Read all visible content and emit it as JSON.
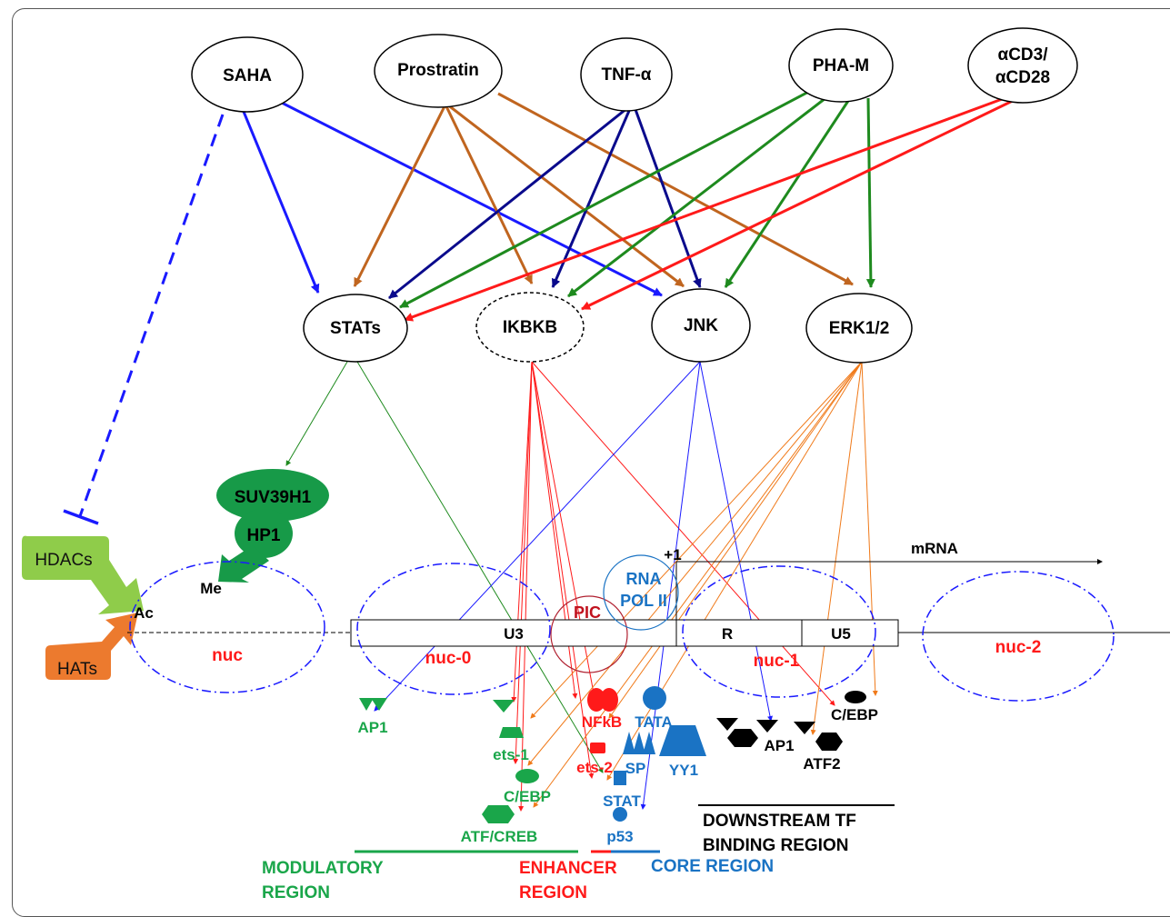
{
  "stimuli": {
    "saha": "SAHA",
    "prostratin": "Prostratin",
    "tnf": "TNF-α",
    "pham": "PHA-M",
    "acd3_line1": "αCD3/",
    "acd3_line2": "αCD28"
  },
  "kinases": {
    "stats": "STATs",
    "ikbkb": "IKBKB",
    "jnk": "JNK",
    "erk": "ERK1/2"
  },
  "chromatin": {
    "suv39h1": "SUV39H1",
    "hp1": "HP1",
    "me": "Me",
    "ac": "Ac",
    "hdacs": "HDACs",
    "hats": "HATs",
    "nuc": "nuc",
    "nuc0": "nuc-0",
    "nuc1": "nuc-1",
    "nuc2": "nuc-2"
  },
  "ltr": {
    "u3": "U3",
    "r": "R",
    "u5": "U5",
    "plus1": "+1",
    "mrna": "mRNA",
    "pic": "PIC",
    "rna_line1": "RNA",
    "rna_line2": "POL II"
  },
  "tfs": {
    "ap1_left": "AP1",
    "ets1": "ets-1",
    "cebp_left": "C/EBP",
    "atf_creb": "ATF/CREB",
    "nfkb": "NFkB",
    "ets2": "ets-2",
    "tata": "TATA",
    "sp": "SP",
    "yy1": "YY1",
    "stat": "STAT",
    "p53": "p53",
    "ap1_right": "AP1",
    "atf2": "ATF2",
    "cebp_right": "C/EBP"
  },
  "regions": {
    "modulatory_line1": "MODULATORY",
    "modulatory_line2": "REGION",
    "enhancer_line1": "ENHANCER",
    "enhancer_line2": "REGION",
    "core": "CORE REGION",
    "downstream_line1": "DOWNSTREAM TF",
    "downstream_line2": "BINDING REGION"
  },
  "colors": {
    "blue": "#1a1aff",
    "navy": "#0a0a8c",
    "brown": "#c0651f",
    "green": "#1e8a1e",
    "red": "#ff1a1a",
    "tf_green": "#1aa64a",
    "core_blue": "#1a73c4",
    "hdac_green": "#8fcc4a",
    "hat_orange": "#ec7a2e",
    "suv_green": "#179a48",
    "orange_thin": "#f07a1a"
  }
}
